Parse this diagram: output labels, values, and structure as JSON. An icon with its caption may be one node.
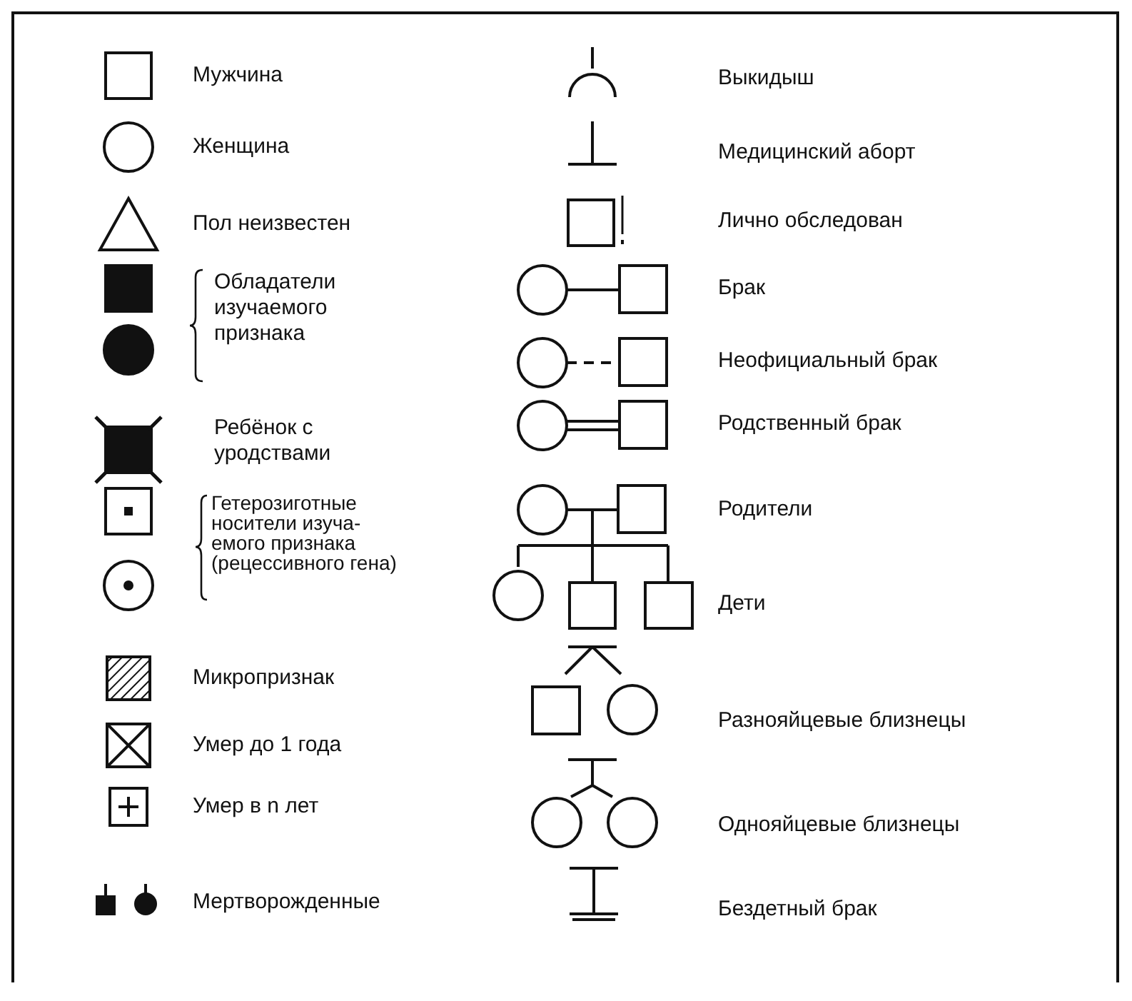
{
  "diagram": {
    "legend": [
      {
        "text": "Мужчина"
      },
      {
        "text": "Женщина"
      },
      {
        "text": "Пол неизвестен"
      },
      {
        "text": "Обладатели изучаемого признака"
      },
      {
        "text": "Ребёнок с уродствами"
      },
      {
        "text": "Гетерозиготные носители изуча-емого признака (рецессивного гена)"
      },
      {
        "text": "Микропризнак"
      },
      {
        "text": "Умер до 1 года"
      },
      {
        "text": "Умер в n лет"
      },
      {
        "text": "Мертворожденные"
      },
      {
        "text": "Выкидыш"
      },
      {
        "text": "Медицинский аборт"
      },
      {
        "text": "Лично обследован"
      },
      {
        "text": "Брак"
      },
      {
        "text": "Неофициальный брак"
      },
      {
        "text": "Родственный брак"
      },
      {
        "text": "Родители"
      },
      {
        "text": "Дети"
      },
      {
        "text": "Разнояйцевые близнецы"
      },
      {
        "text": "Однояйцевые близнецы"
      },
      {
        "text": "Бездетный брак"
      }
    ]
  }
}
